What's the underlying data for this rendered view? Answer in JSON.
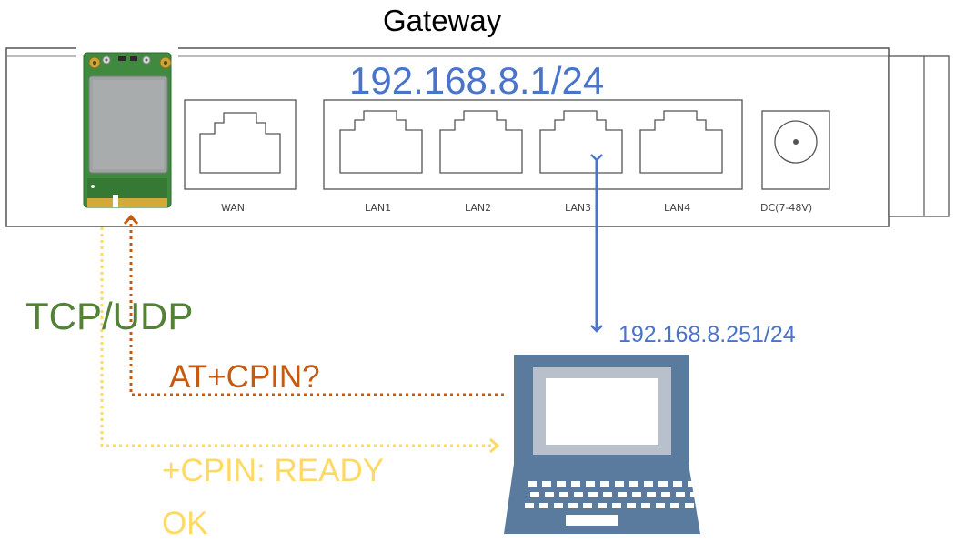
{
  "title": "Gateway",
  "gateway_ip": "192.168.8.1/24",
  "laptop_ip": "192.168.8.251/24",
  "ports": {
    "wan": "WAN",
    "lan1": "LAN1",
    "lan2": "LAN2",
    "lan3": "LAN3",
    "lan4": "LAN4",
    "dc": "DC(7-48V)"
  },
  "protocol_label": "TCP/UDP",
  "command": "AT+CPIN?",
  "response_line1": "+CPIN: READY",
  "response_line2": "OK",
  "colors": {
    "blue": "#4a74c9",
    "green": "#538135",
    "orange": "#c55a11",
    "yellow": "#ffd966",
    "laptop": "#5a7a9e",
    "laptop_dark": "#44617f",
    "laptop_screen": "#b8c1cb",
    "module_green": "#3f8a3f",
    "module_shield": "#9fa3a4"
  }
}
